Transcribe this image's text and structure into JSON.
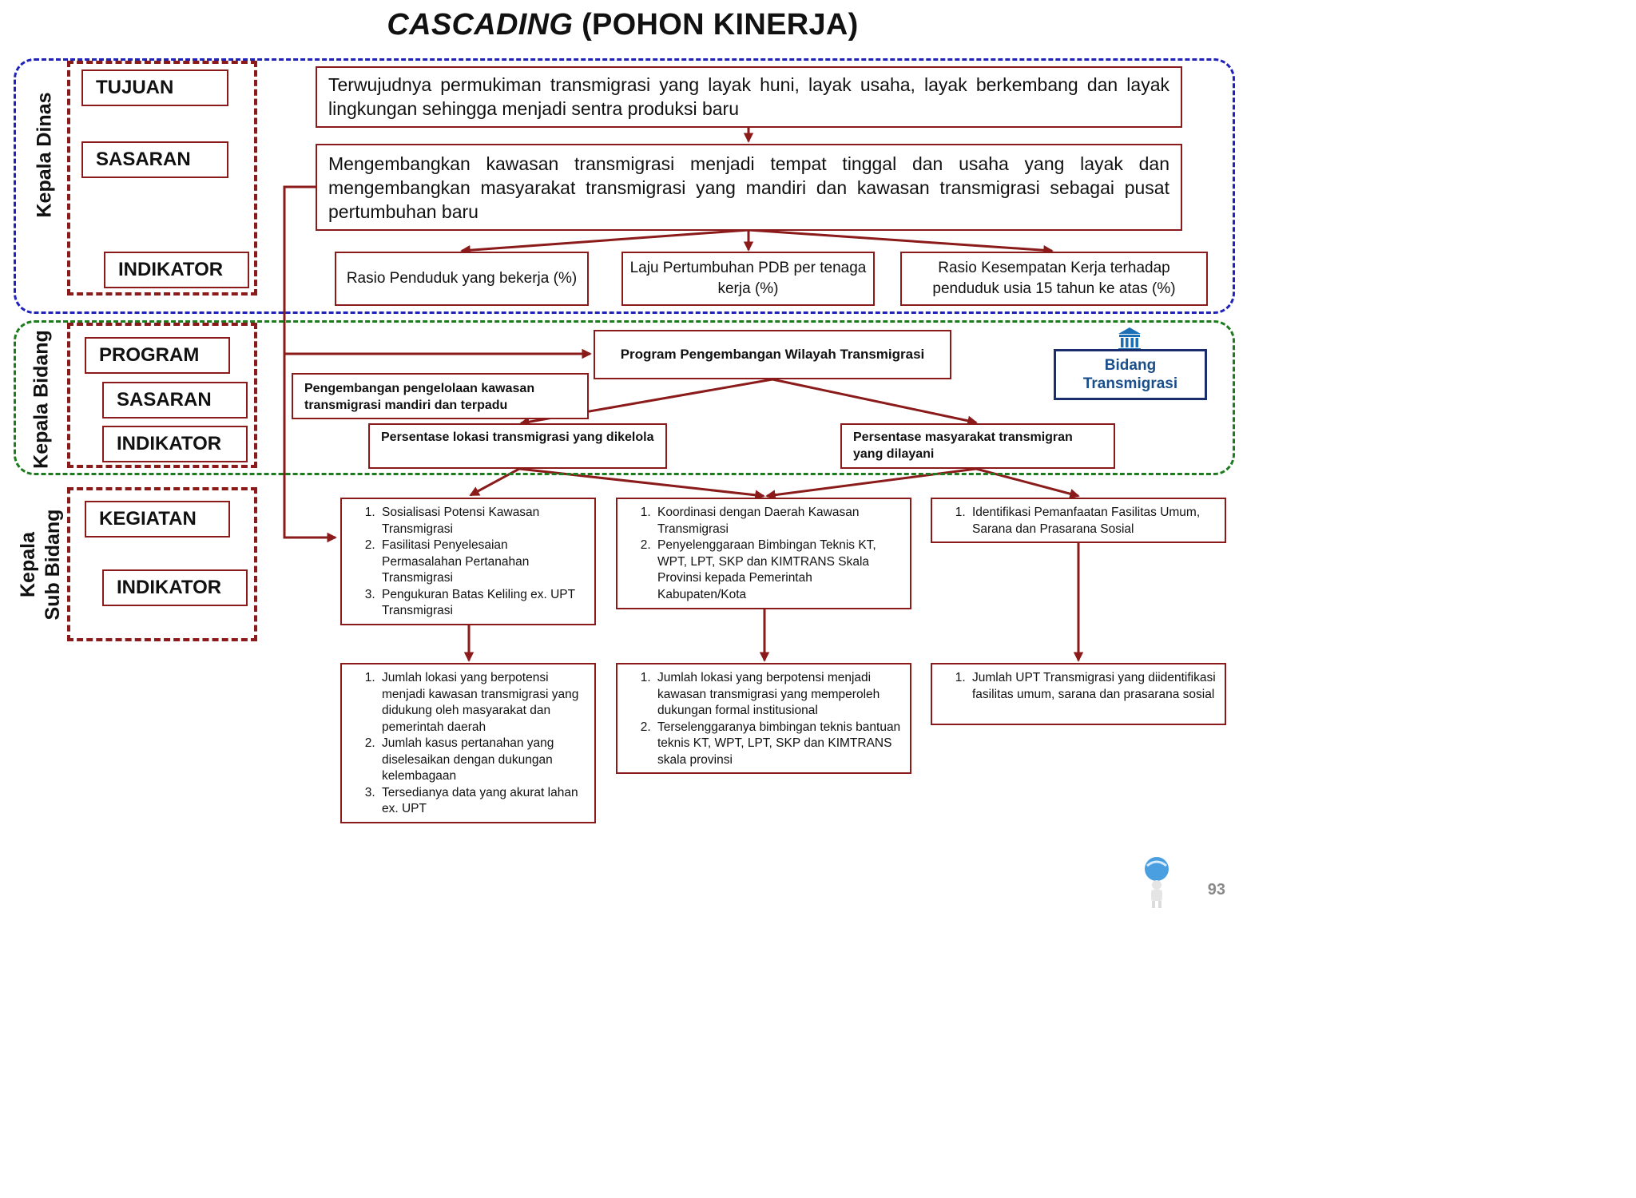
{
  "title": {
    "italic": "CASCADING",
    "rest": " (POHON KINERJA)"
  },
  "roles": {
    "dinas": "Kepala Dinas",
    "bidang": "Kepala Bidang",
    "sub_line1": "Kepala",
    "sub_line2": "Sub Bidang"
  },
  "labels": {
    "tujuan": "TUJUAN",
    "sasaran1": "SASARAN",
    "indikator1": "INDIKATOR",
    "program": "PROGRAM",
    "sasaran2": "SASARAN",
    "indikator2": "INDIKATOR",
    "kegiatan": "KEGIATAN",
    "indikator3": "INDIKATOR"
  },
  "tujuan_text": "Terwujudnya permukiman transmigrasi yang layak huni, layak usaha, layak berkembang dan layak lingkungan sehingga menjadi sentra produksi baru",
  "sasaran_text": "Mengembangkan kawasan transmigrasi menjadi tempat tinggal dan usaha yang layak dan mengembangkan masyarakat transmigrasi yang mandiri dan kawasan transmigrasi sebagai pusat pertumbuhan baru",
  "indikator_dinas": [
    "Rasio Penduduk yang bekerja (%)",
    "Laju Pertumbuhan PDB per tenaga kerja (%)",
    "Rasio Kesempatan Kerja terhadap penduduk usia 15 tahun ke atas (%)"
  ],
  "program_text": "Program Pengembangan Wilayah Transmigrasi",
  "sasaran_bidang": "Pengembangan pengelolaan kawasan transmigrasi mandiri dan terpadu",
  "indikator_bidang": [
    "Persentase lokasi transmigrasi yang dikelola",
    "Persentase masyarakat transmigran yang dilayani"
  ],
  "badge": {
    "icon": "institution-icon",
    "line1": "Bidang",
    "line2": "Transmigrasi"
  },
  "kegiatan": [
    [
      "Sosialisasi Potensi Kawasan Transmigrasi",
      "Fasilitasi Penyelesaian Permasalahan Pertanahan Transmigrasi",
      "Pengukuran Batas Keliling ex. UPT Transmigrasi"
    ],
    [
      "Koordinasi dengan Daerah Kawasan Transmigrasi",
      "Penyelenggaraan Bimbingan Teknis KT, WPT, LPT, SKP dan KIMTRANS Skala Provinsi kepada Pemerintah Kabupaten/Kota"
    ],
    [
      "Identifikasi Pemanfaatan Fasilitas Umum, Sarana dan Prasarana Sosial"
    ]
  ],
  "indikator_kegiatan": [
    [
      "Jumlah lokasi yang berpotensi menjadi kawasan transmigrasi yang didukung oleh masyarakat dan pemerintah daerah",
      "Jumlah kasus pertanahan yang diselesaikan dengan dukungan kelembagaan",
      "Tersedianya data yang akurat lahan ex. UPT"
    ],
    [
      "Jumlah lokasi yang berpotensi menjadi kawasan transmigrasi yang memperoleh dukungan formal institusional",
      "Terselenggaranya bimbingan teknis bantuan teknis KT, WPT, LPT, SKP dan KIMTRANS skala provinsi"
    ],
    [
      "Jumlah UPT Transmigrasi yang diidentifikasi fasilitas umum, sarana dan prasarana sosial"
    ]
  ],
  "footer": {
    "page_number": "93",
    "logo_icon": "presenter-figure-icon"
  },
  "colors": {
    "line": "#8b1a1a",
    "dinas_border": "#1f22b8",
    "bidang_border": "#1e7a1e",
    "badge": "#1a2e6e"
  }
}
